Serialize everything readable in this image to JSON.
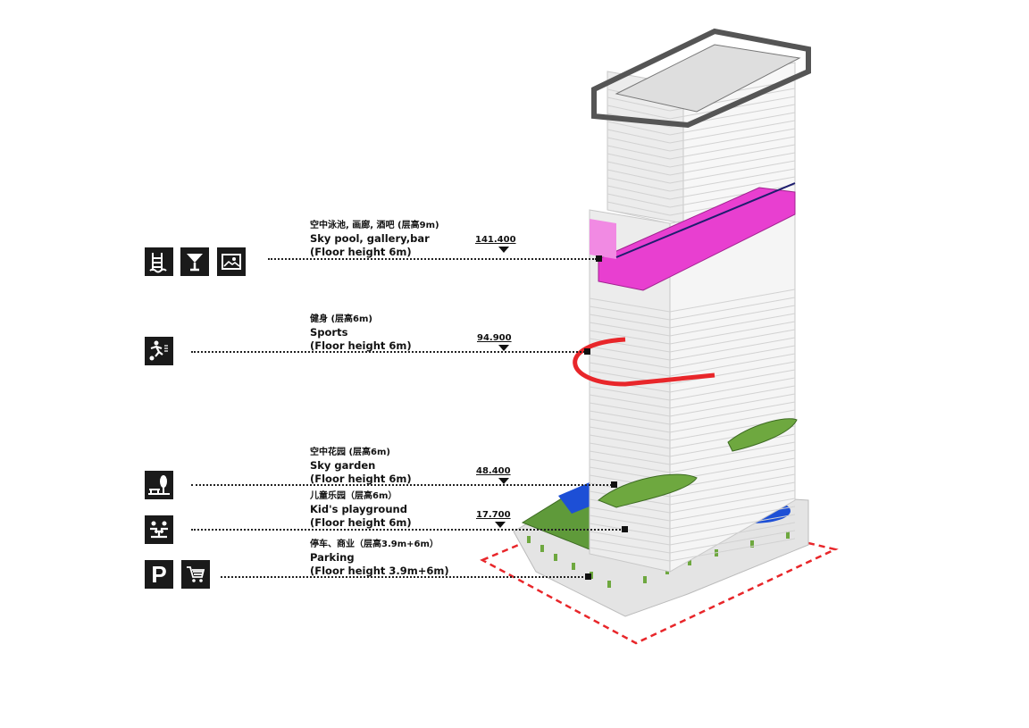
{
  "levels": [
    {
      "cn": "空中泳池, 画廊, 酒吧 (层高9m)",
      "en": "Sky pool, gallery,bar",
      "floor": "(Floor height 6m)",
      "elevation": "141.400",
      "icons": [
        "pool-ladder-icon",
        "cocktail-icon",
        "gallery-picture-icon"
      ]
    },
    {
      "cn": "健身 (层高6m)",
      "en": "Sports",
      "floor": "(Floor height 6m)",
      "elevation": "94.900",
      "icons": [
        "sports-runner-icon"
      ]
    },
    {
      "cn": "空中花园 (层高6m)",
      "en": "Sky garden",
      "floor": "(Floor height 6m)",
      "elevation": "48.400",
      "icons": [
        "tree-bench-icon"
      ]
    },
    {
      "cn": "儿童乐园（层高6m）",
      "en": "Kid's playground",
      "floor": "(Floor height 6m)",
      "elevation": "17.700",
      "icons": [
        "kids-play-icon"
      ]
    },
    {
      "cn": "停车、商业（层高3.9m+6m）",
      "en": "Parking",
      "floor": "(Floor height 3.9m+6m)",
      "icons": [
        "parking-icon",
        "shopping-cart-icon"
      ]
    }
  ],
  "colors": {
    "pink": "#e83fd0",
    "red": "#e8262a",
    "green": "#5f9a3a",
    "blue": "#1d4fd6",
    "dark": "#1a1a1a"
  },
  "parking_letter": "P"
}
